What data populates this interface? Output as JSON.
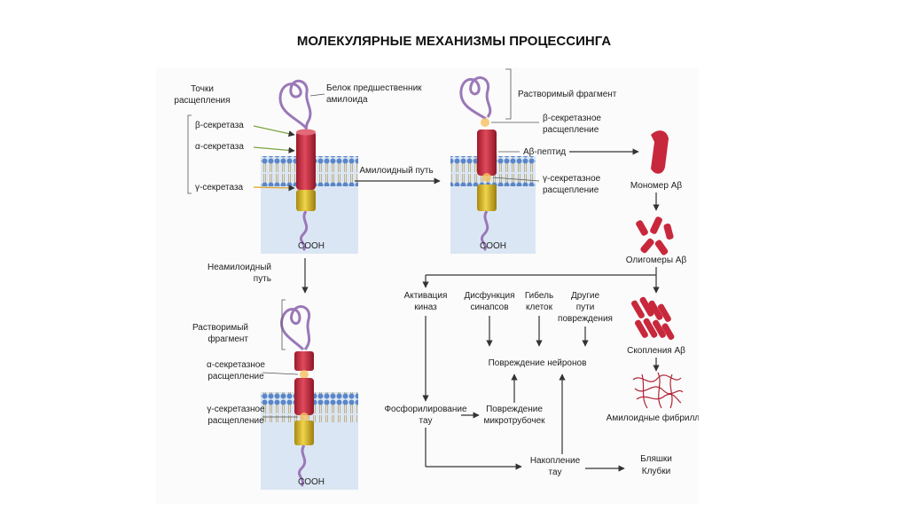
{
  "title": "МОЛЕКУЛЯРНЫЕ МЕХАНИЗМЫ ПРОЦЕССИНГА",
  "labels": {
    "cleavage_points": [
      "Точки",
      "расщепления"
    ],
    "app_protein": [
      "Белок предшественник",
      "амилоида"
    ],
    "beta_secretase": "β-секретаза",
    "alpha_secretase": "α-секретаза",
    "gamma_secretase": "γ-секретаза",
    "cooh": "COOH",
    "amyloid_path": "Амилоидный путь",
    "soluble_fragment": "Растворимый фрагмент",
    "beta_cleavage": [
      "β-секретазное",
      "расщепление"
    ],
    "abeta_peptide": "Aβ-пептид",
    "gamma_cleavage": [
      "γ-секретазное",
      "расщепление"
    ],
    "nonamyloid_path": [
      "Неамилоидный",
      "путь"
    ],
    "soluble_fragment2": [
      "Растворимый",
      "фрагмент"
    ],
    "alpha_cleavage2": [
      "α-секретазное",
      "расщепление"
    ],
    "gamma_cleavage2": [
      "γ-секретазное",
      "расщепление"
    ],
    "monomer": "Мономер Aβ",
    "oligomers": "Олигомеры Aβ",
    "clusters": "Скопления Aβ",
    "fibrils": "Амилоидные фибриллы",
    "plaques": [
      "Бляшки",
      "Клубки"
    ],
    "kinase": [
      "Активация",
      "киназ"
    ],
    "synapse": [
      "Дисфункция",
      "синапсов"
    ],
    "cell_death": [
      "Гибель",
      "клеток"
    ],
    "other_paths": [
      "Другие",
      "пути",
      "повреждения"
    ],
    "neuron_damage": "Повреждение нейронов",
    "tau_phos": [
      "Фосфорилирование",
      "тау"
    ],
    "microtubule": [
      "Повреждение",
      "микротрубочек"
    ],
    "tau_accum": [
      "Накопление",
      "тау"
    ]
  },
  "colors": {
    "red_cylinder": "#c8283c",
    "yellow_cylinder": "#d6b520",
    "membrane_blue": "#5a86c8",
    "cell_fill": "#dbe6f4",
    "protein_chain": "#9a78b8",
    "cleavage_glow": "#f6c060",
    "arrow": "#333333",
    "pointer": "#7aa540"
  }
}
